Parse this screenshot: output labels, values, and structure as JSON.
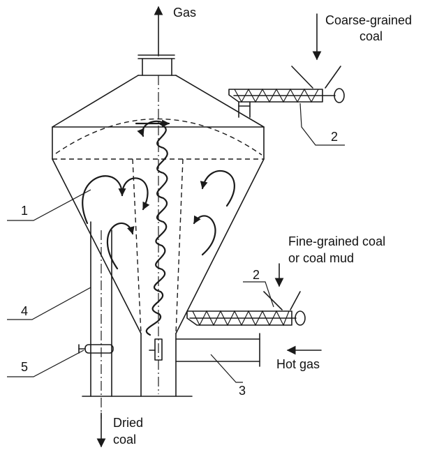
{
  "labels": {
    "gas": "Gas",
    "coarse_line1": "Coarse-grained",
    "coarse_line2": "coal",
    "fine_line1": "Fine-grained coal",
    "fine_line2": "or coal mud",
    "hot_gas": "Hot gas",
    "dried_line1": "Dried",
    "dried_line2": "coal"
  },
  "callouts": {
    "n1": "1",
    "n2_top": "2",
    "n2_mid": "2",
    "n3": "3",
    "n4": "4",
    "n5": "5"
  }
}
